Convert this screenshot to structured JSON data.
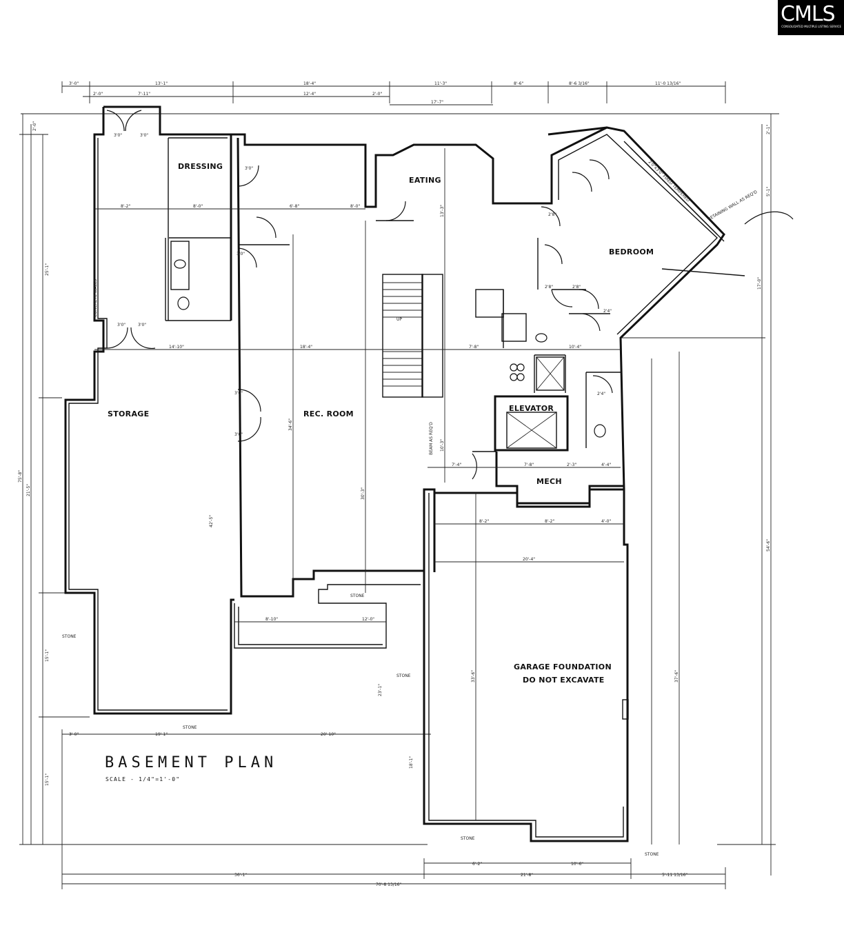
{
  "logo": {
    "mark": "CMLS",
    "sub": "CONSOLIDATED MULTIPLE LISTING SERVICE"
  },
  "title": "BASEMENT PLAN",
  "scale": "SCALE - 1/4\"=1'-0\"",
  "rooms": {
    "dressing": "DRESSING",
    "eating": "EATING",
    "bedroom": "BEDROOM",
    "storage": "STORAGE",
    "rec_room": "REC. ROOM",
    "elevator": "ELEVATOR",
    "mech": "MECH",
    "garage_line1": "GARAGE FOUNDATION",
    "garage_line2": "DO NOT EXCAVATE"
  },
  "notes": {
    "stone_1": "STONE",
    "stone_2": "STONE",
    "stone_3": "STONE",
    "stone_4": "STONE",
    "stone_5": "STONE",
    "stone_6": "STONE",
    "concrete_walls": "CONCRETE WALLS",
    "retaining_wall": "RETAINING WALL AS REQ'D",
    "windows_note": "2'0\"x3'0\" FIXED TEMPERED",
    "beam_note": "BEAM AS REQ'D",
    "up_label": "UP"
  },
  "dimensions": {
    "top_1": "3'-0\"",
    "top_2": "13'-1\"",
    "top_3": "18'-4\"",
    "top_4": "11'-3\"",
    "top_5": "8'-6\"",
    "top_6": "8'-6 3/16\"",
    "top_7": "11'-0 13/16\"",
    "top2_1": "2'-0\"",
    "top2_2": "7'-11\"",
    "top2_3": "12'-4\"",
    "top2_4": "2'-0\"",
    "top2_5": "17'-7\"",
    "row1_1": "8'-2\"",
    "row1_2": "8'-0\"",
    "row1_3": "6'-8\"",
    "row1_4": "8'-0\"",
    "row2_1": "14'-10\"",
    "row2_2": "18'-4\"",
    "row2_3": "7'-8\"",
    "row2_4": "10'-4\"",
    "mid_1": "7'-4\"",
    "mid_2": "7'-8\"",
    "mid_3": "2'-3\"",
    "mid_4": "4'-4\"",
    "low_1": "8'-2\"",
    "low_2": "8'-2\"",
    "low_3": "4'-0\"",
    "garage_w": "20'-4\"",
    "stone_a": "8'-10\"",
    "stone_b": "12'-0\"",
    "bot_1": "3'-0\"",
    "bot_2": "19'-1\"",
    "bot_3": "20'-10\"",
    "base_1": "6'-2\"",
    "base_2": "10'-6\"",
    "base_3": "36'-1\"",
    "base_4": "21'-8\"",
    "base_5": "5'-11 13/16\"",
    "base_6": "70'-8 13/16\"",
    "left_1": "2'-0\"",
    "left_2": "25'-1\"",
    "left_3": "15'-1\"",
    "left_4": "15'-1\"",
    "left_5": "75'-8\"",
    "left_6": "21'-5\"",
    "right_1": "2'-1\"",
    "right_2": "5'-1\"",
    "right_3": "17'-0\"",
    "right_4": "54'-6\"",
    "right_5": "37'-6\"",
    "inner_1": "34'-6\"",
    "inner_2": "42'-5\"",
    "inner_3": "30'-3\"",
    "inner_4": "33'-6\"",
    "inner_5": "23'-1\"",
    "inner_6": "18'-1\"",
    "inner_7": "13'-3\"",
    "inner_8": "10'-3\"",
    "door_30_1": "3'0\"",
    "door_30_2": "3'0\"",
    "door_30_3": "3'0\"",
    "door_30_4": "3'0\"",
    "door_30_5": "3'0\"",
    "door_30_6": "3'0\"",
    "door_30_7": "3'0\"",
    "door_30_8": "3'0\"",
    "door_28_1": "2'8\"",
    "door_28_2": "2'8\"",
    "door_28_3": "2'8\"",
    "door_24_1": "2'4\"",
    "door_24_2": "2'4\""
  }
}
